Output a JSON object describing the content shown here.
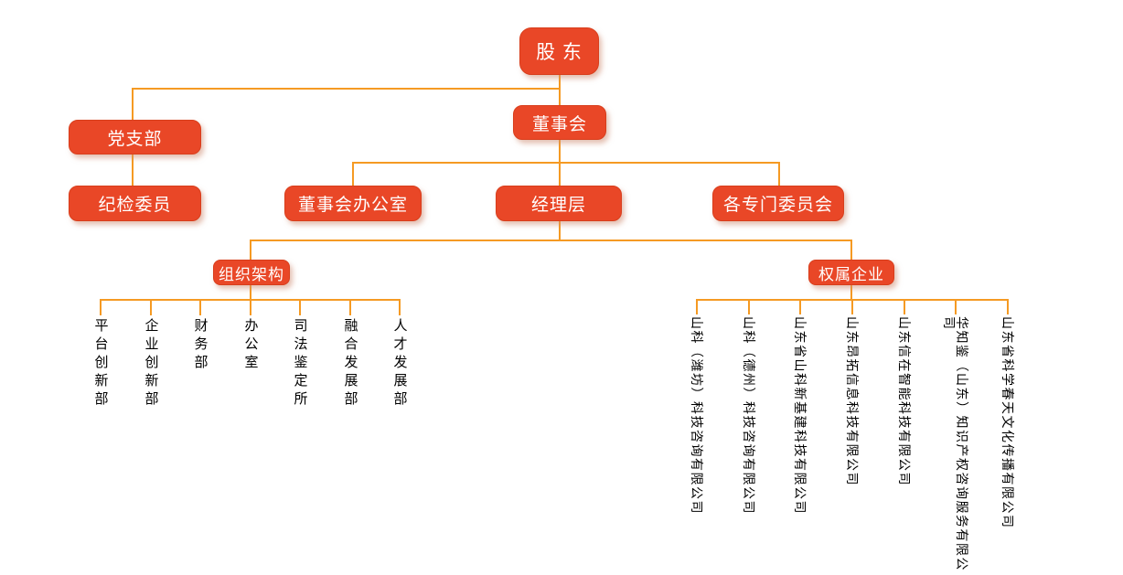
{
  "org": {
    "nodes": {
      "shareholders": "股 东",
      "party_branch": "党支部",
      "board": "董事会",
      "discipline_committee": "纪检委员",
      "board_office": "董事会办公室",
      "management": "经理层",
      "special_committees": "各专门委员会",
      "org_structure": "组织架构",
      "subsidiaries": "权属企业"
    },
    "departments": [
      "平台创新部",
      "企业创新部",
      "财务部",
      "办公室",
      "司法鉴定所",
      "融合发展部",
      "人才发展部"
    ],
    "companies": [
      "山科（潍坊）科技咨询有限公司",
      "山科（德州）科技咨询有限公司",
      "山东省山科新基建科技有限公司",
      "山东昂拓信息科技有限公司",
      "山东信在智能科技有限公司",
      "华知鉴（山东）知识产权咨询服务有限公司",
      "山东省科学春天文化传播有限公司"
    ],
    "colors": {
      "node_fill": "#E94727",
      "node_border": "#D83E1C",
      "connector": "#F59A23",
      "node_text": "#FFFFFF",
      "label_text": "#000000"
    }
  }
}
